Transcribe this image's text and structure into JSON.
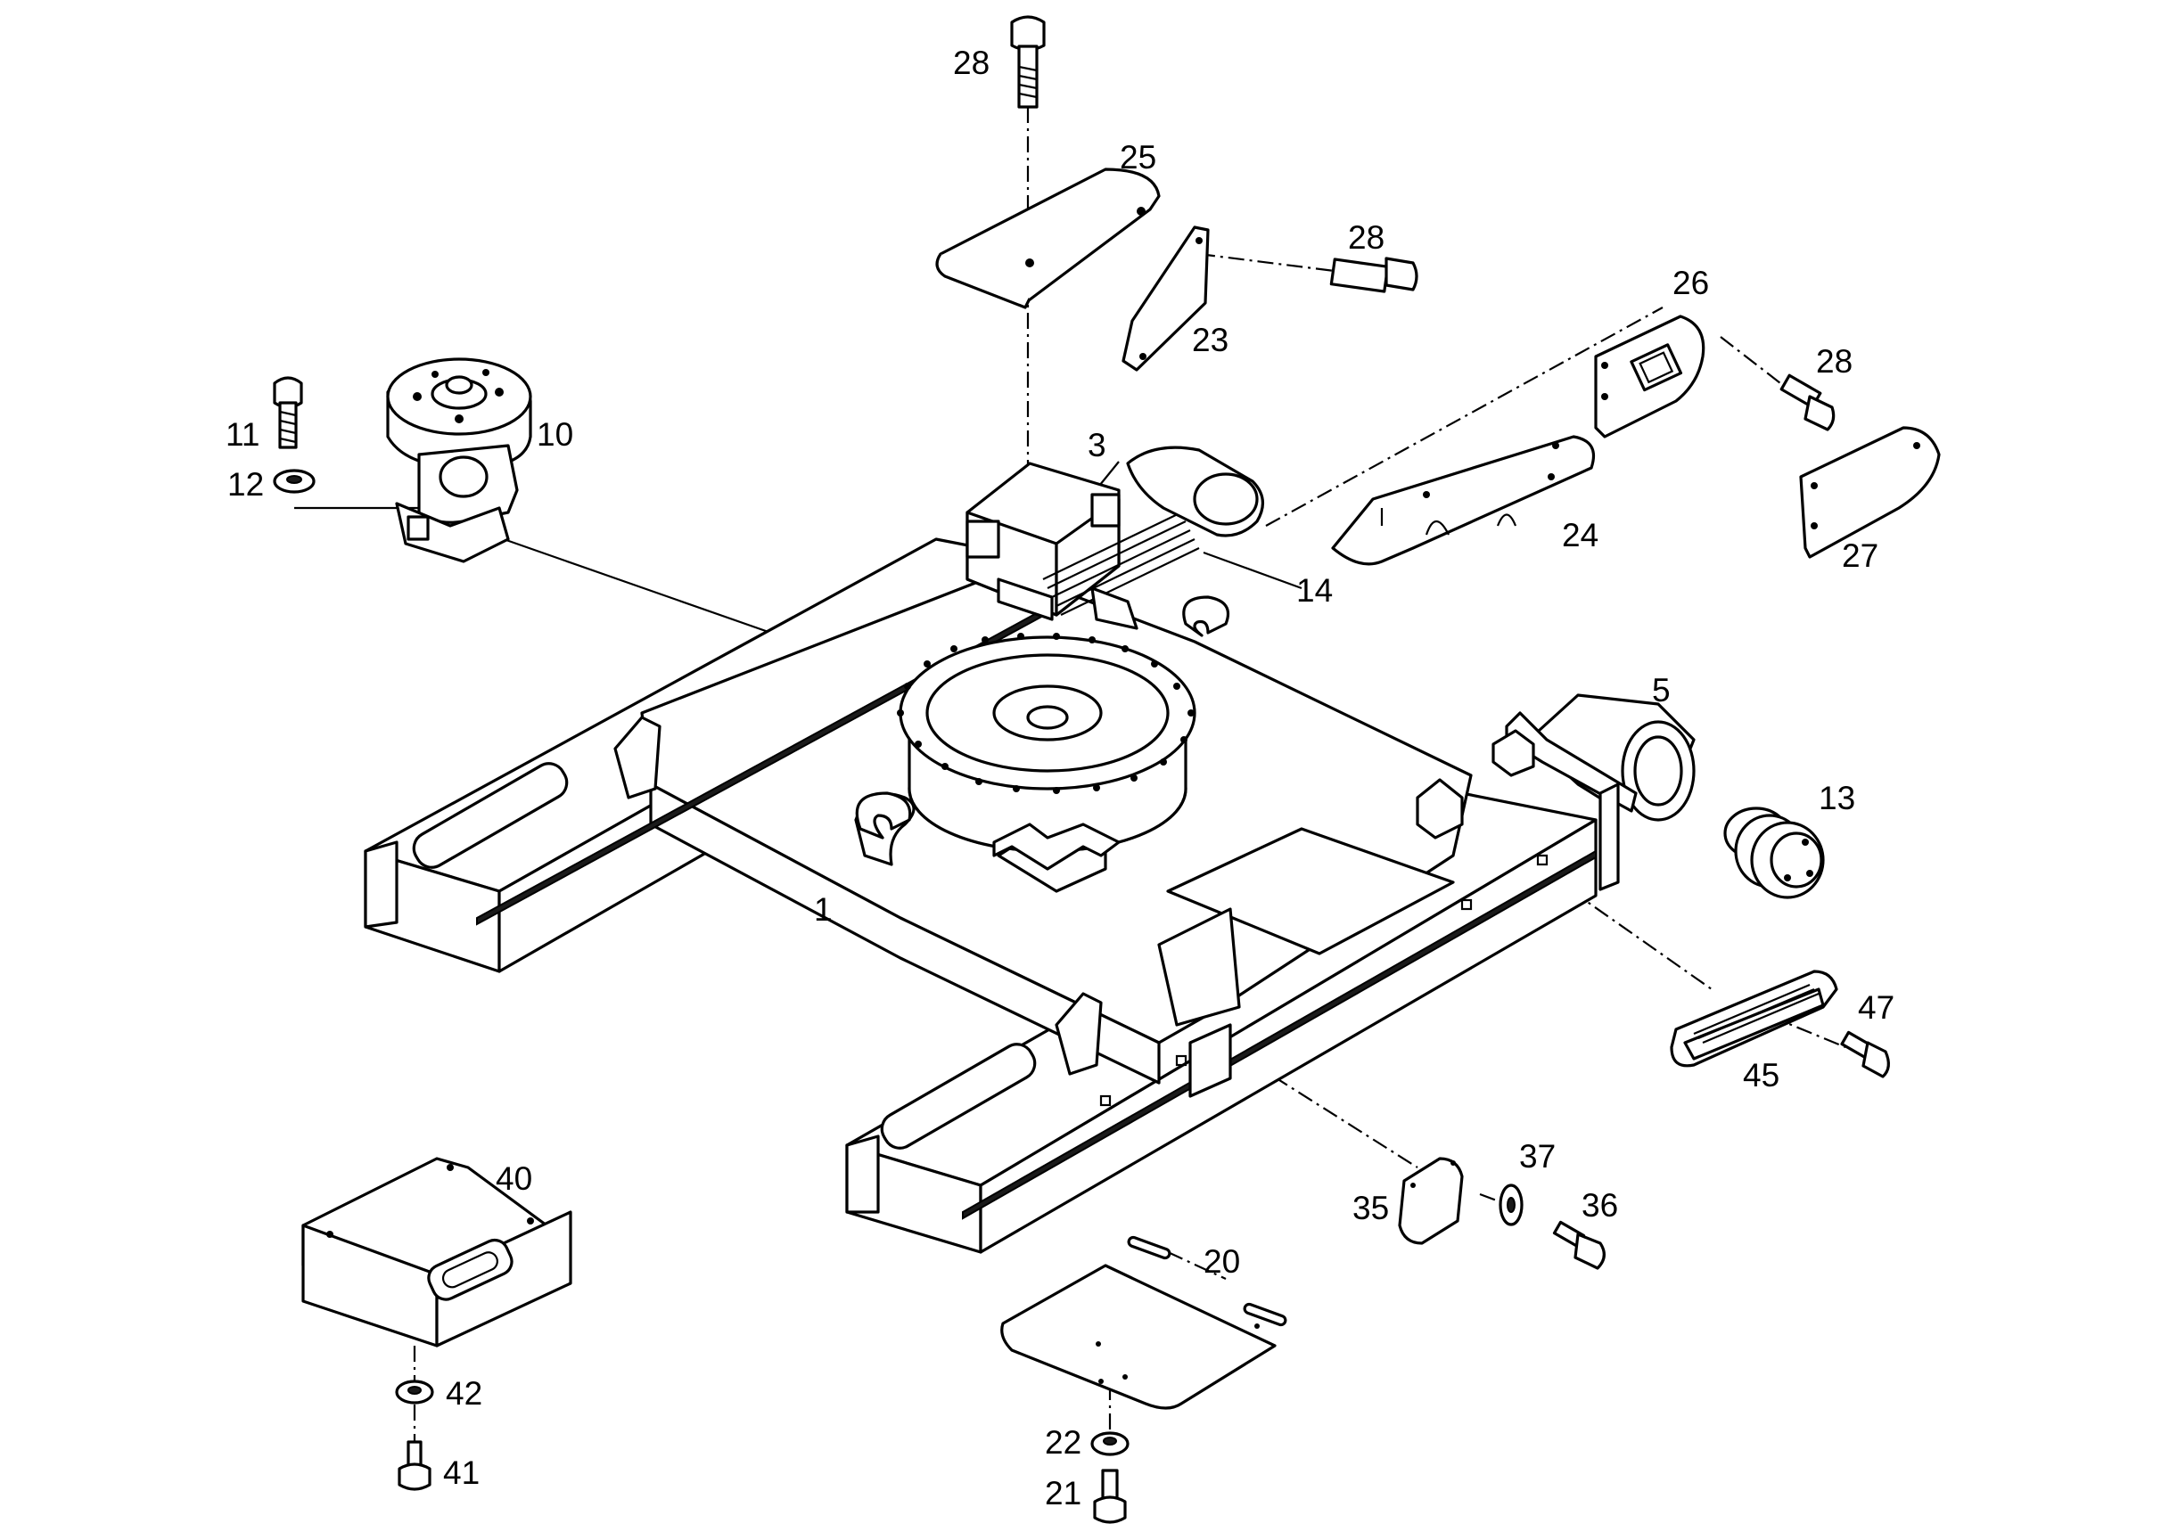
{
  "callouts": [
    {
      "id": "c28a",
      "text": "28"
    },
    {
      "id": "c25",
      "text": "25"
    },
    {
      "id": "c28b",
      "text": "28"
    },
    {
      "id": "c23",
      "text": "23"
    },
    {
      "id": "c26",
      "text": "26"
    },
    {
      "id": "c28c",
      "text": "28"
    },
    {
      "id": "c11",
      "text": "11"
    },
    {
      "id": "c10",
      "text": "10"
    },
    {
      "id": "c12",
      "text": "12"
    },
    {
      "id": "c3",
      "text": "3"
    },
    {
      "id": "c24",
      "text": "24"
    },
    {
      "id": "c27",
      "text": "27"
    },
    {
      "id": "c14",
      "text": "14"
    },
    {
      "id": "c5",
      "text": "5"
    },
    {
      "id": "c13",
      "text": "13"
    },
    {
      "id": "c1",
      "text": "1"
    },
    {
      "id": "c47",
      "text": "47"
    },
    {
      "id": "c45",
      "text": "45"
    },
    {
      "id": "c40",
      "text": "40"
    },
    {
      "id": "c37",
      "text": "37"
    },
    {
      "id": "c35",
      "text": "35"
    },
    {
      "id": "c36",
      "text": "36"
    },
    {
      "id": "c20",
      "text": "20"
    },
    {
      "id": "c42",
      "text": "42"
    },
    {
      "id": "c41",
      "text": "41"
    },
    {
      "id": "c22",
      "text": "22"
    },
    {
      "id": "c21",
      "text": "21"
    }
  ]
}
